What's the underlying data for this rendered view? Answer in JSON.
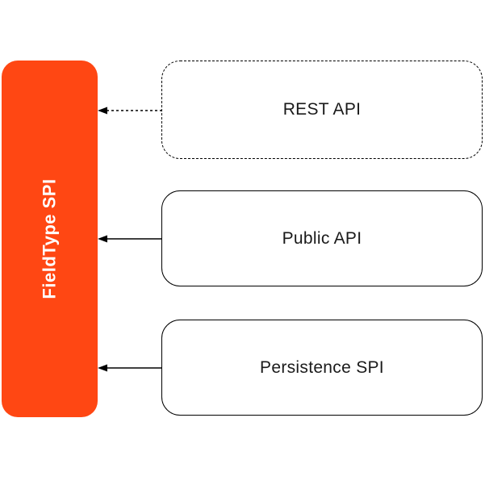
{
  "diagram": {
    "spi_bar": {
      "label": "FieldType SPI",
      "fill_color": "#ff4713",
      "text_color": "#ffffff"
    },
    "boxes": [
      {
        "label": "REST API",
        "border_style": "dashed",
        "arrow_style": "dashed"
      },
      {
        "label": "Public API",
        "border_style": "solid",
        "arrow_style": "solid"
      },
      {
        "label": "Persistence SPI",
        "border_style": "solid",
        "arrow_style": "solid"
      }
    ],
    "arrows": [
      {
        "from": "REST API",
        "to": "FieldType SPI",
        "style": "dashed"
      },
      {
        "from": "Public API",
        "to": "FieldType SPI",
        "style": "solid"
      },
      {
        "from": "Persistence SPI",
        "to": "FieldType SPI",
        "style": "solid"
      }
    ],
    "colors": {
      "accent": "#ff4713",
      "line": "#000000",
      "label_text": "#1a1a1a",
      "background": "#ffffff"
    }
  }
}
